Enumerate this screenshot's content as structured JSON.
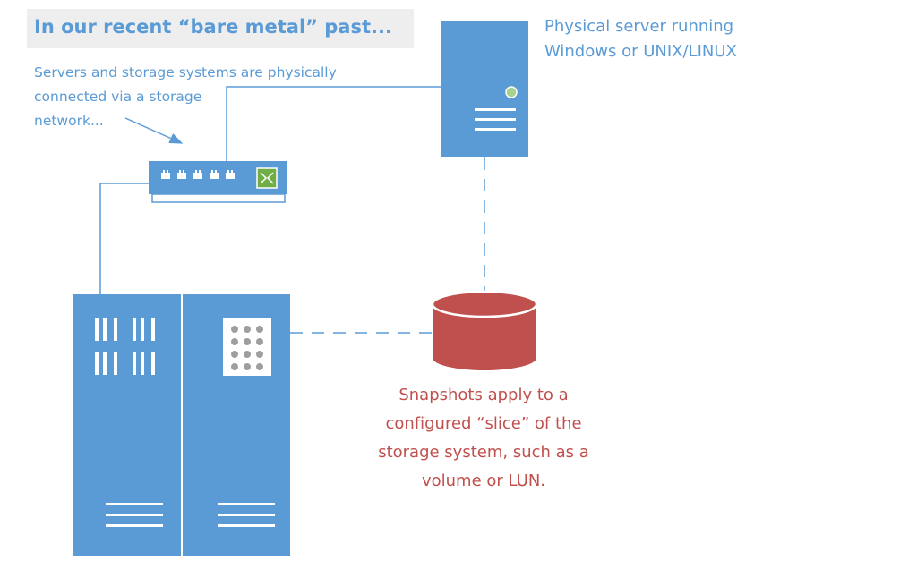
{
  "slide": {
    "title": "In our recent “bare metal” past...",
    "network_note": {
      "lines": [
        "Servers and storage systems are physically",
        "connected via a storage",
        "network..."
      ]
    },
    "server_label": {
      "lines": [
        "Physical server running",
        "Windows or UNIX/LINUX"
      ]
    },
    "snapshot_note": {
      "lines": [
        "Snapshots apply to a",
        "configured “slice” of the",
        "storage system, such as a",
        "volume or LUN."
      ]
    }
  },
  "colors": {
    "device_blue": "#5b9bd5",
    "volume_red": "#c0504d",
    "title_bg": "#eeeeee",
    "switch_green": "#70ad47"
  },
  "icons": {
    "server": "tower-server-icon",
    "switch": "network-switch-icon",
    "storage": "storage-array-icon",
    "volume": "database-cylinder-icon"
  }
}
